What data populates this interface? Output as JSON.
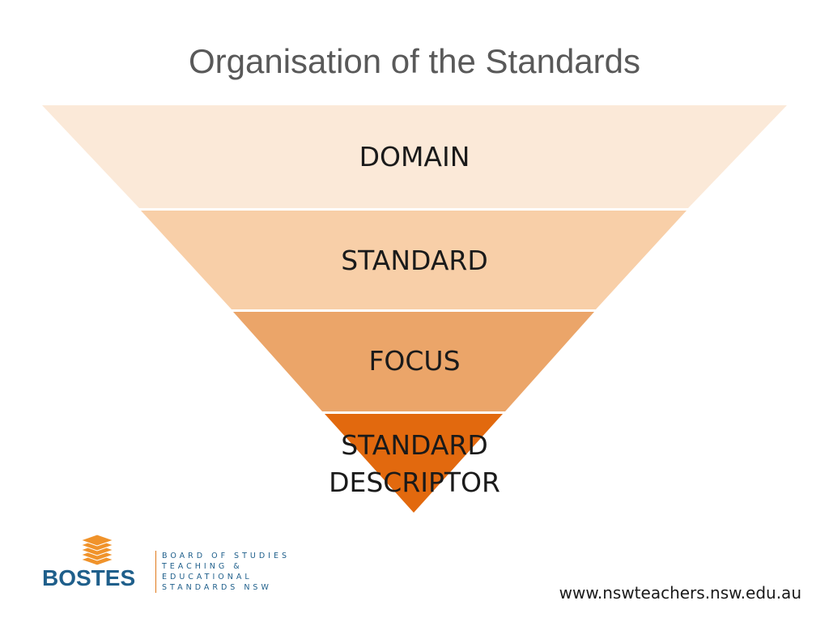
{
  "slide": {
    "title": "Organisation of the Standards"
  },
  "funnel": {
    "layers": [
      {
        "label_lines": [
          "DOMAIN"
        ],
        "color": "#fbe9d8"
      },
      {
        "label_lines": [
          "STANDARD"
        ],
        "color": "#f8cfa8"
      },
      {
        "label_lines": [
          "FOCUS"
        ],
        "color": "#eba569"
      },
      {
        "label_lines": [
          "STANDARD",
          "DESCRIPTOR"
        ],
        "color": "#e2690e"
      }
    ]
  },
  "logo": {
    "name": "BOSTES",
    "tagline": [
      "BOARD OF STUDIES",
      "TEACHING &",
      "EDUCATIONAL",
      "STANDARDS NSW"
    ],
    "primary_color": "#1f5f8b",
    "accent_color": "#f0932b",
    "icon": "layered-pages-icon"
  },
  "footer": {
    "url": "www.nswteachers.nsw.edu.au"
  }
}
